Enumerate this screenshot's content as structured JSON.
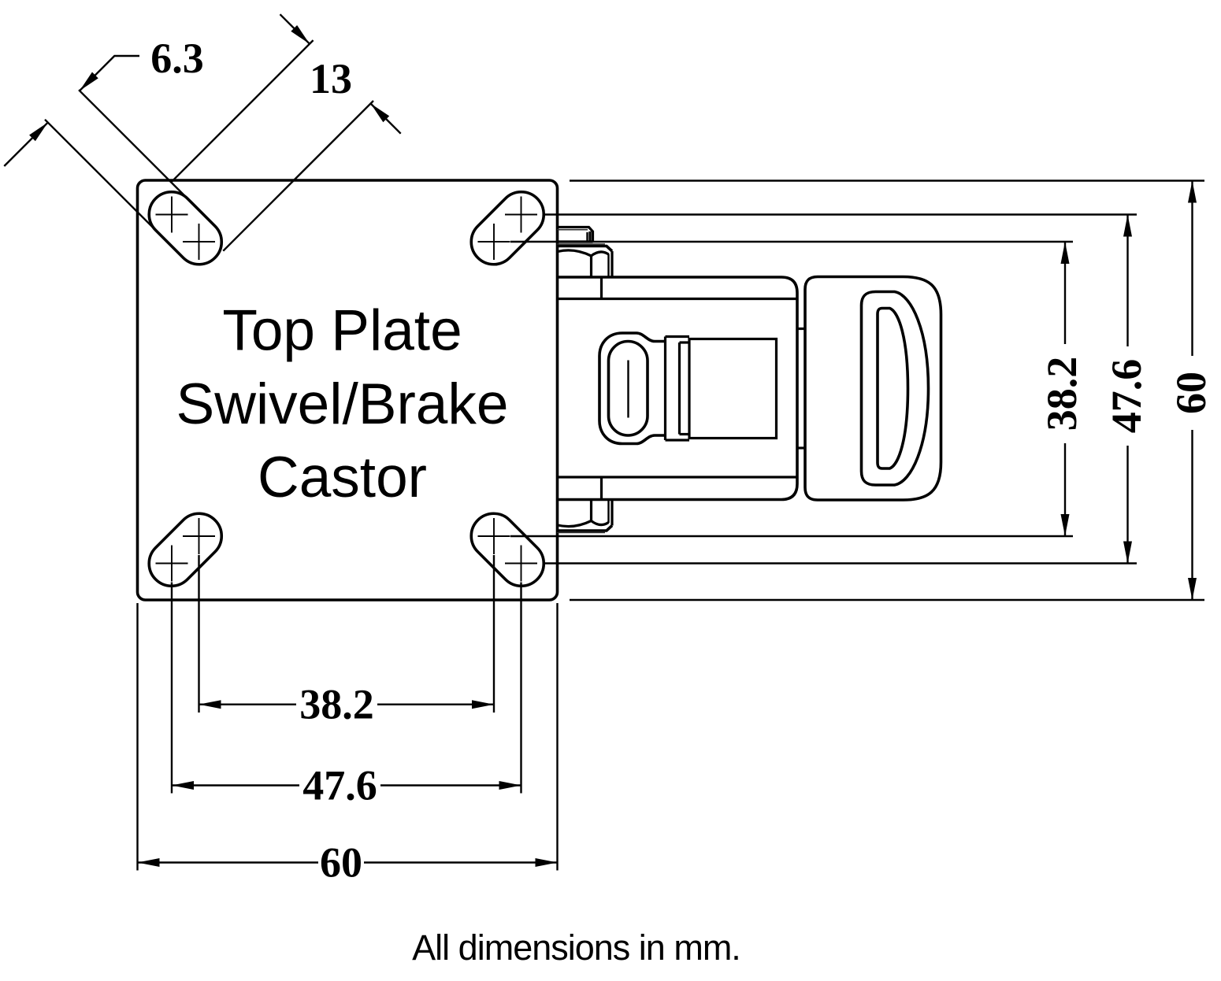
{
  "drawing": {
    "title_lines": {
      "line1": "Top Plate",
      "line2": "Swivel/Brake",
      "line3": "Castor"
    },
    "note": "All dimensions in mm.",
    "units": "mm",
    "line_color": "#000000",
    "background_color": "#ffffff",
    "dimensions": {
      "slot_width": "6.3",
      "slot_length": "13",
      "hole_spacing_inner_h": "38.2",
      "hole_spacing_outer_h": "47.6",
      "plate_width": "60",
      "hole_spacing_inner_v": "38.2",
      "hole_spacing_outer_v": "47.6",
      "plate_height": "60"
    },
    "views": {
      "left": "top plate with four slotted mounting holes",
      "right": "swivel/brake castor head with brake pedal"
    }
  }
}
